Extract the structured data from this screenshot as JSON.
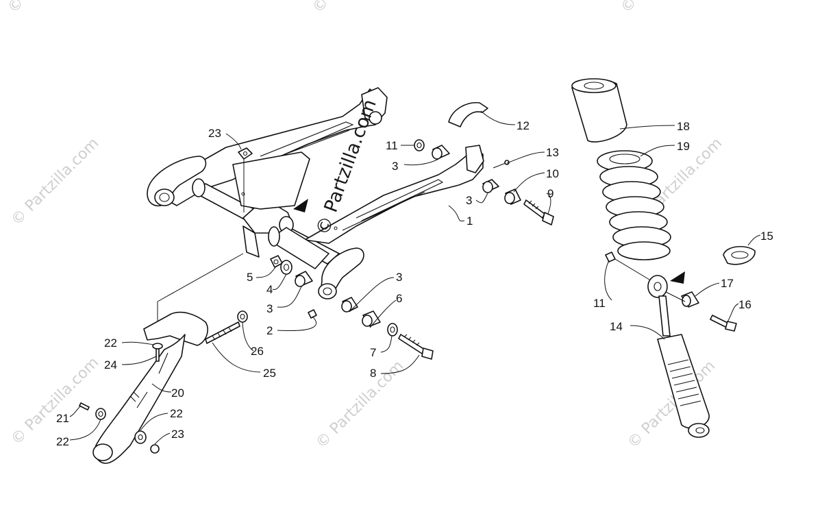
{
  "watermark": {
    "text": "© Partzilla.com",
    "main_text": "© Partzilla.com"
  },
  "callouts": {
    "c1": "1",
    "c2": "2",
    "c3a": "3",
    "c3b": "3",
    "c3c": "3",
    "c3d": "3",
    "c4": "4",
    "c5": "5",
    "c6": "6",
    "c7": "7",
    "c8": "8",
    "c9": "9",
    "c10": "10",
    "c11a": "11",
    "c11b": "11",
    "c12": "12",
    "c13": "13",
    "c14": "14",
    "c15": "15",
    "c16": "16",
    "c17": "17",
    "c18": "18",
    "c19": "19",
    "c20": "20",
    "c21": "21",
    "c22a": "22",
    "c22b": "22",
    "c22c": "22",
    "c23a": "23",
    "c23b": "23",
    "c24": "24",
    "c25": "25",
    "c26": "26"
  }
}
